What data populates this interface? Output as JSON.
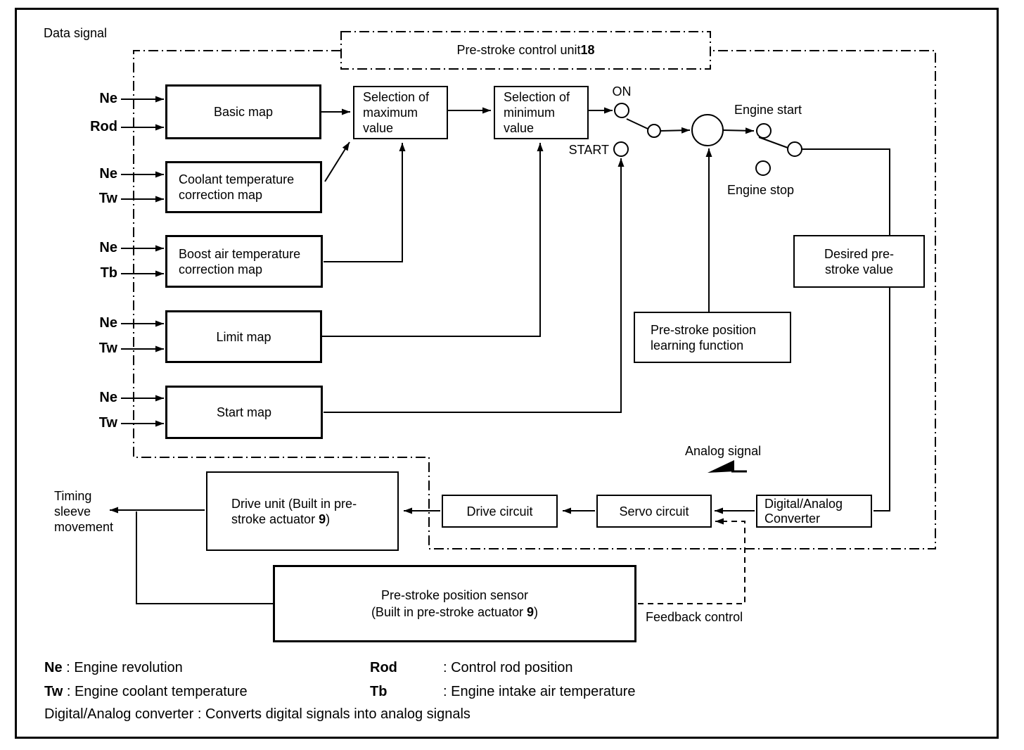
{
  "colors": {
    "ink": "#000000",
    "paper": "#ffffff"
  },
  "header": {
    "data_signal": "Data signal",
    "unit_label": "Pre-stroke control unit ",
    "unit_number": "18"
  },
  "inputs": {
    "i0": "Ne",
    "i1": "Rod",
    "i2": "Ne",
    "i3": "Tw",
    "i4": "Ne",
    "i5": "Tb",
    "i6": "Ne",
    "i7": "Tw",
    "i8": "Ne",
    "i9": "Tw"
  },
  "blocks": {
    "basic_map": "Basic map",
    "coolant_map": {
      "l1": "Coolant temperature",
      "l2": "correction map"
    },
    "boost_map": {
      "l1": "Boost air temperature",
      "l2": "correction map"
    },
    "limit_map": "Limit map",
    "start_map": "Start map",
    "selection_max": {
      "l1": "Selection of",
      "l2": "maximum",
      "l3": "value"
    },
    "selection_min": {
      "l1": "Selection of",
      "l2": "minimum",
      "l3": "value"
    },
    "desired_value": {
      "l1": "Desired pre-",
      "l2": "stroke value"
    },
    "learning_function": {
      "l1": "Pre-stroke position",
      "l2": "learning function"
    },
    "drive_unit": {
      "l1": "Drive unit (Built in pre-",
      "l2a": "stroke actuator ",
      "num": "9",
      "l2b": ")"
    },
    "drive_circuit": "Drive circuit",
    "servo_circuit": "Servo circuit",
    "da_converter": {
      "l1": "Digital/Analog",
      "l2": "Converter"
    },
    "position_sensor": {
      "l1": "Pre-stroke position sensor",
      "l2a": "(Built in pre-stroke actuator ",
      "num": "9",
      "l2b": ")"
    }
  },
  "switch": {
    "on": "ON",
    "start": "START",
    "engine_start": "Engine start",
    "engine_stop": "Engine stop"
  },
  "annotations": {
    "analog_signal": "Analog signal",
    "timing_l1": "Timing",
    "timing_l2": "sleeve",
    "timing_l3": "movement",
    "feedback": "Feedback control"
  },
  "legend": {
    "row1": {
      "term": "Ne",
      "def": " : Engine revolution",
      "term2": "Rod",
      "def2": ": Control rod position"
    },
    "row2": {
      "term": "Tw",
      "def": " : Engine coolant temperature",
      "term2": "Tb",
      "def2": ": Engine intake air temperature"
    },
    "row3": "Digital/Analog converter : Converts digital signals into analog signals"
  }
}
